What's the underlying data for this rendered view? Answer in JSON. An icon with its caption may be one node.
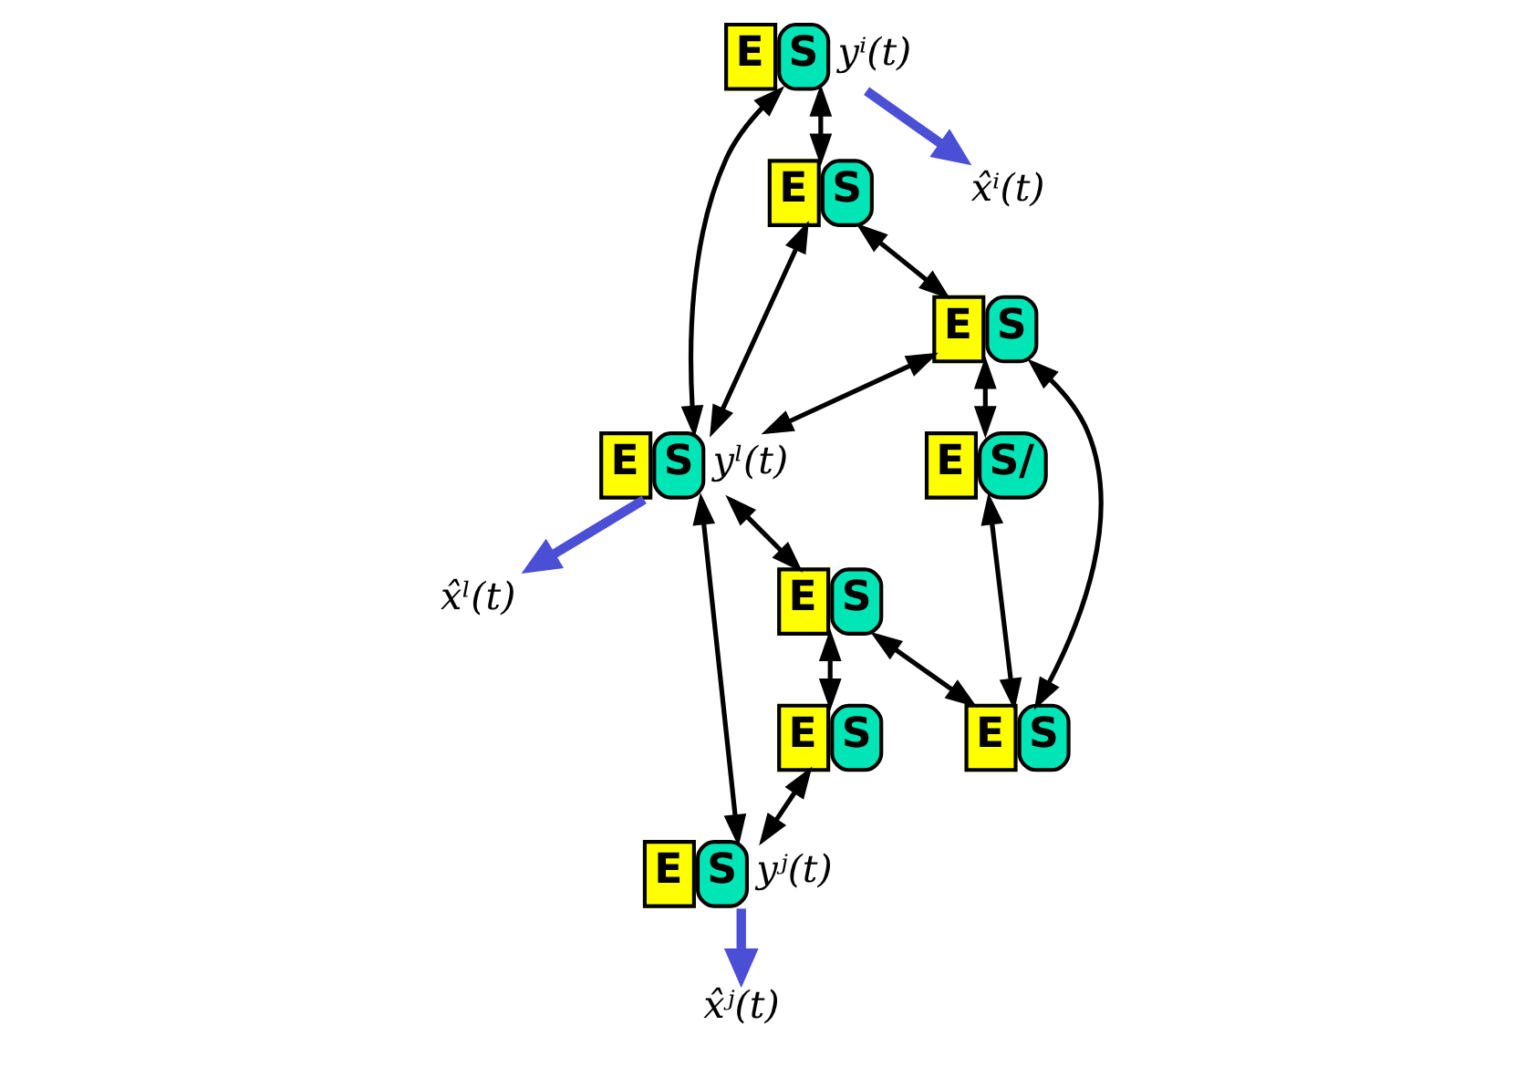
{
  "diagram": {
    "nodes": [
      {
        "text": [
          "E",
          "S"
        ],
        "beside": [
          "yⁱ(t)"
        ]
      },
      {
        "text": [
          "E",
          "S"
        ]
      },
      {
        "text": [
          "E",
          "S"
        ],
        "beside": [
          "yˡ(t)"
        ]
      },
      {
        "text": [
          "E",
          "S"
        ]
      },
      {
        "text": [
          "E",
          "S"
        ]
      },
      {
        "text": [
          "E",
          "S"
        ],
        "beside": [
          "yʲ(t)"
        ]
      },
      {
        "text": [
          "E",
          "S"
        ]
      },
      {
        "text": [
          "E",
          "S"
        ]
      },
      {
        "text": [
          "E",
          "S/"
        ]
      },
      {
        "text": [
          "x̂ⁱ(t)"
        ]
      },
      {
        "text": [
          "x̂ˡ(t)"
        ]
      },
      {
        "text": [
          "x̂ʲ(t)"
        ]
      }
    ],
    "edges": [
      {
        "from": 0,
        "to": 9,
        "arrow": "to",
        "style": "thick",
        "color": "#4a4fd6"
      },
      {
        "from": 2,
        "to": 10,
        "arrow": "to",
        "style": "thick",
        "color": "#4a4fd6"
      },
      {
        "from": 5,
        "to": 11,
        "arrow": "to",
        "style": "thick",
        "color": "#4a4fd6"
      },
      {
        "from": 0,
        "to": 1,
        "arrow": "both"
      },
      {
        "from": 0,
        "to": 2,
        "arrow": "both"
      },
      {
        "from": 1,
        "to": 2,
        "arrow": "both"
      },
      {
        "from": 1,
        "to": 3,
        "arrow": "both"
      },
      {
        "from": 3,
        "to": 2,
        "arrow": "both"
      },
      {
        "from": 2,
        "to": 4,
        "arrow": "both"
      },
      {
        "from": 2,
        "to": 5,
        "arrow": "both"
      },
      {
        "from": 3,
        "to": 7,
        "arrow": "both"
      },
      {
        "from": 3,
        "to": 8,
        "arrow": "both"
      },
      {
        "from": 4,
        "to": 7,
        "arrow": "both"
      },
      {
        "from": 4,
        "to": 6,
        "arrow": "both"
      },
      {
        "from": 6,
        "to": 5,
        "arrow": "both"
      },
      {
        "from": 8,
        "to": 7,
        "arrow": "both"
      }
    ]
  }
}
